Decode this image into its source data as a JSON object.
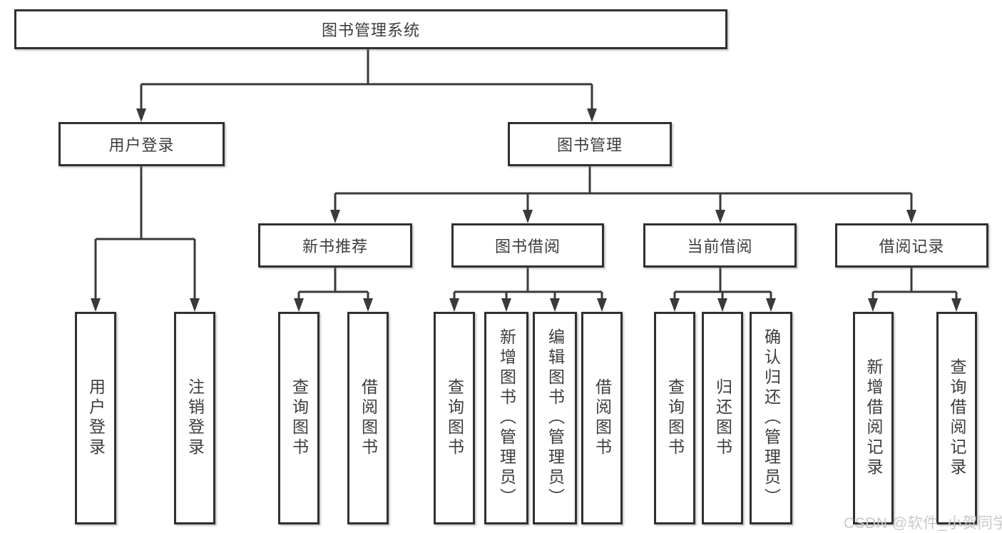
{
  "diagram": {
    "root": {
      "label": "图书管理系统"
    },
    "branches": [
      {
        "label": "用户登录",
        "children": [
          {
            "label": "用户登录"
          },
          {
            "label": "注销登录"
          }
        ]
      },
      {
        "label": "图书管理",
        "children": [
          {
            "label": "新书推荐",
            "children": [
              {
                "label": "查询图书"
              },
              {
                "label": "借阅图书"
              }
            ]
          },
          {
            "label": "图书借阅",
            "children": [
              {
                "label": "查询图书"
              },
              {
                "label": "新增图书（管理员）"
              },
              {
                "label": "编辑图书（管理员）"
              },
              {
                "label": "借阅图书"
              }
            ]
          },
          {
            "label": "当前借阅",
            "children": [
              {
                "label": "查询图书"
              },
              {
                "label": "归还图书"
              },
              {
                "label": "确认归还（管理员）"
              }
            ]
          },
          {
            "label": "借阅记录",
            "children": [
              {
                "label": "新增借阅记录"
              },
              {
                "label": "查询借阅记录"
              }
            ]
          }
        ]
      }
    ]
  },
  "watermark": {
    "text": "CSDN @软件_小贺同学",
    "color": "#c9c9c9"
  },
  "colors": {
    "background": "#ffffff",
    "line": "#3a3a3a",
    "box_border": "#303030",
    "box_fill": "#ffffff",
    "text": "#3d3d3d",
    "watermark": "#c9c9c9"
  }
}
